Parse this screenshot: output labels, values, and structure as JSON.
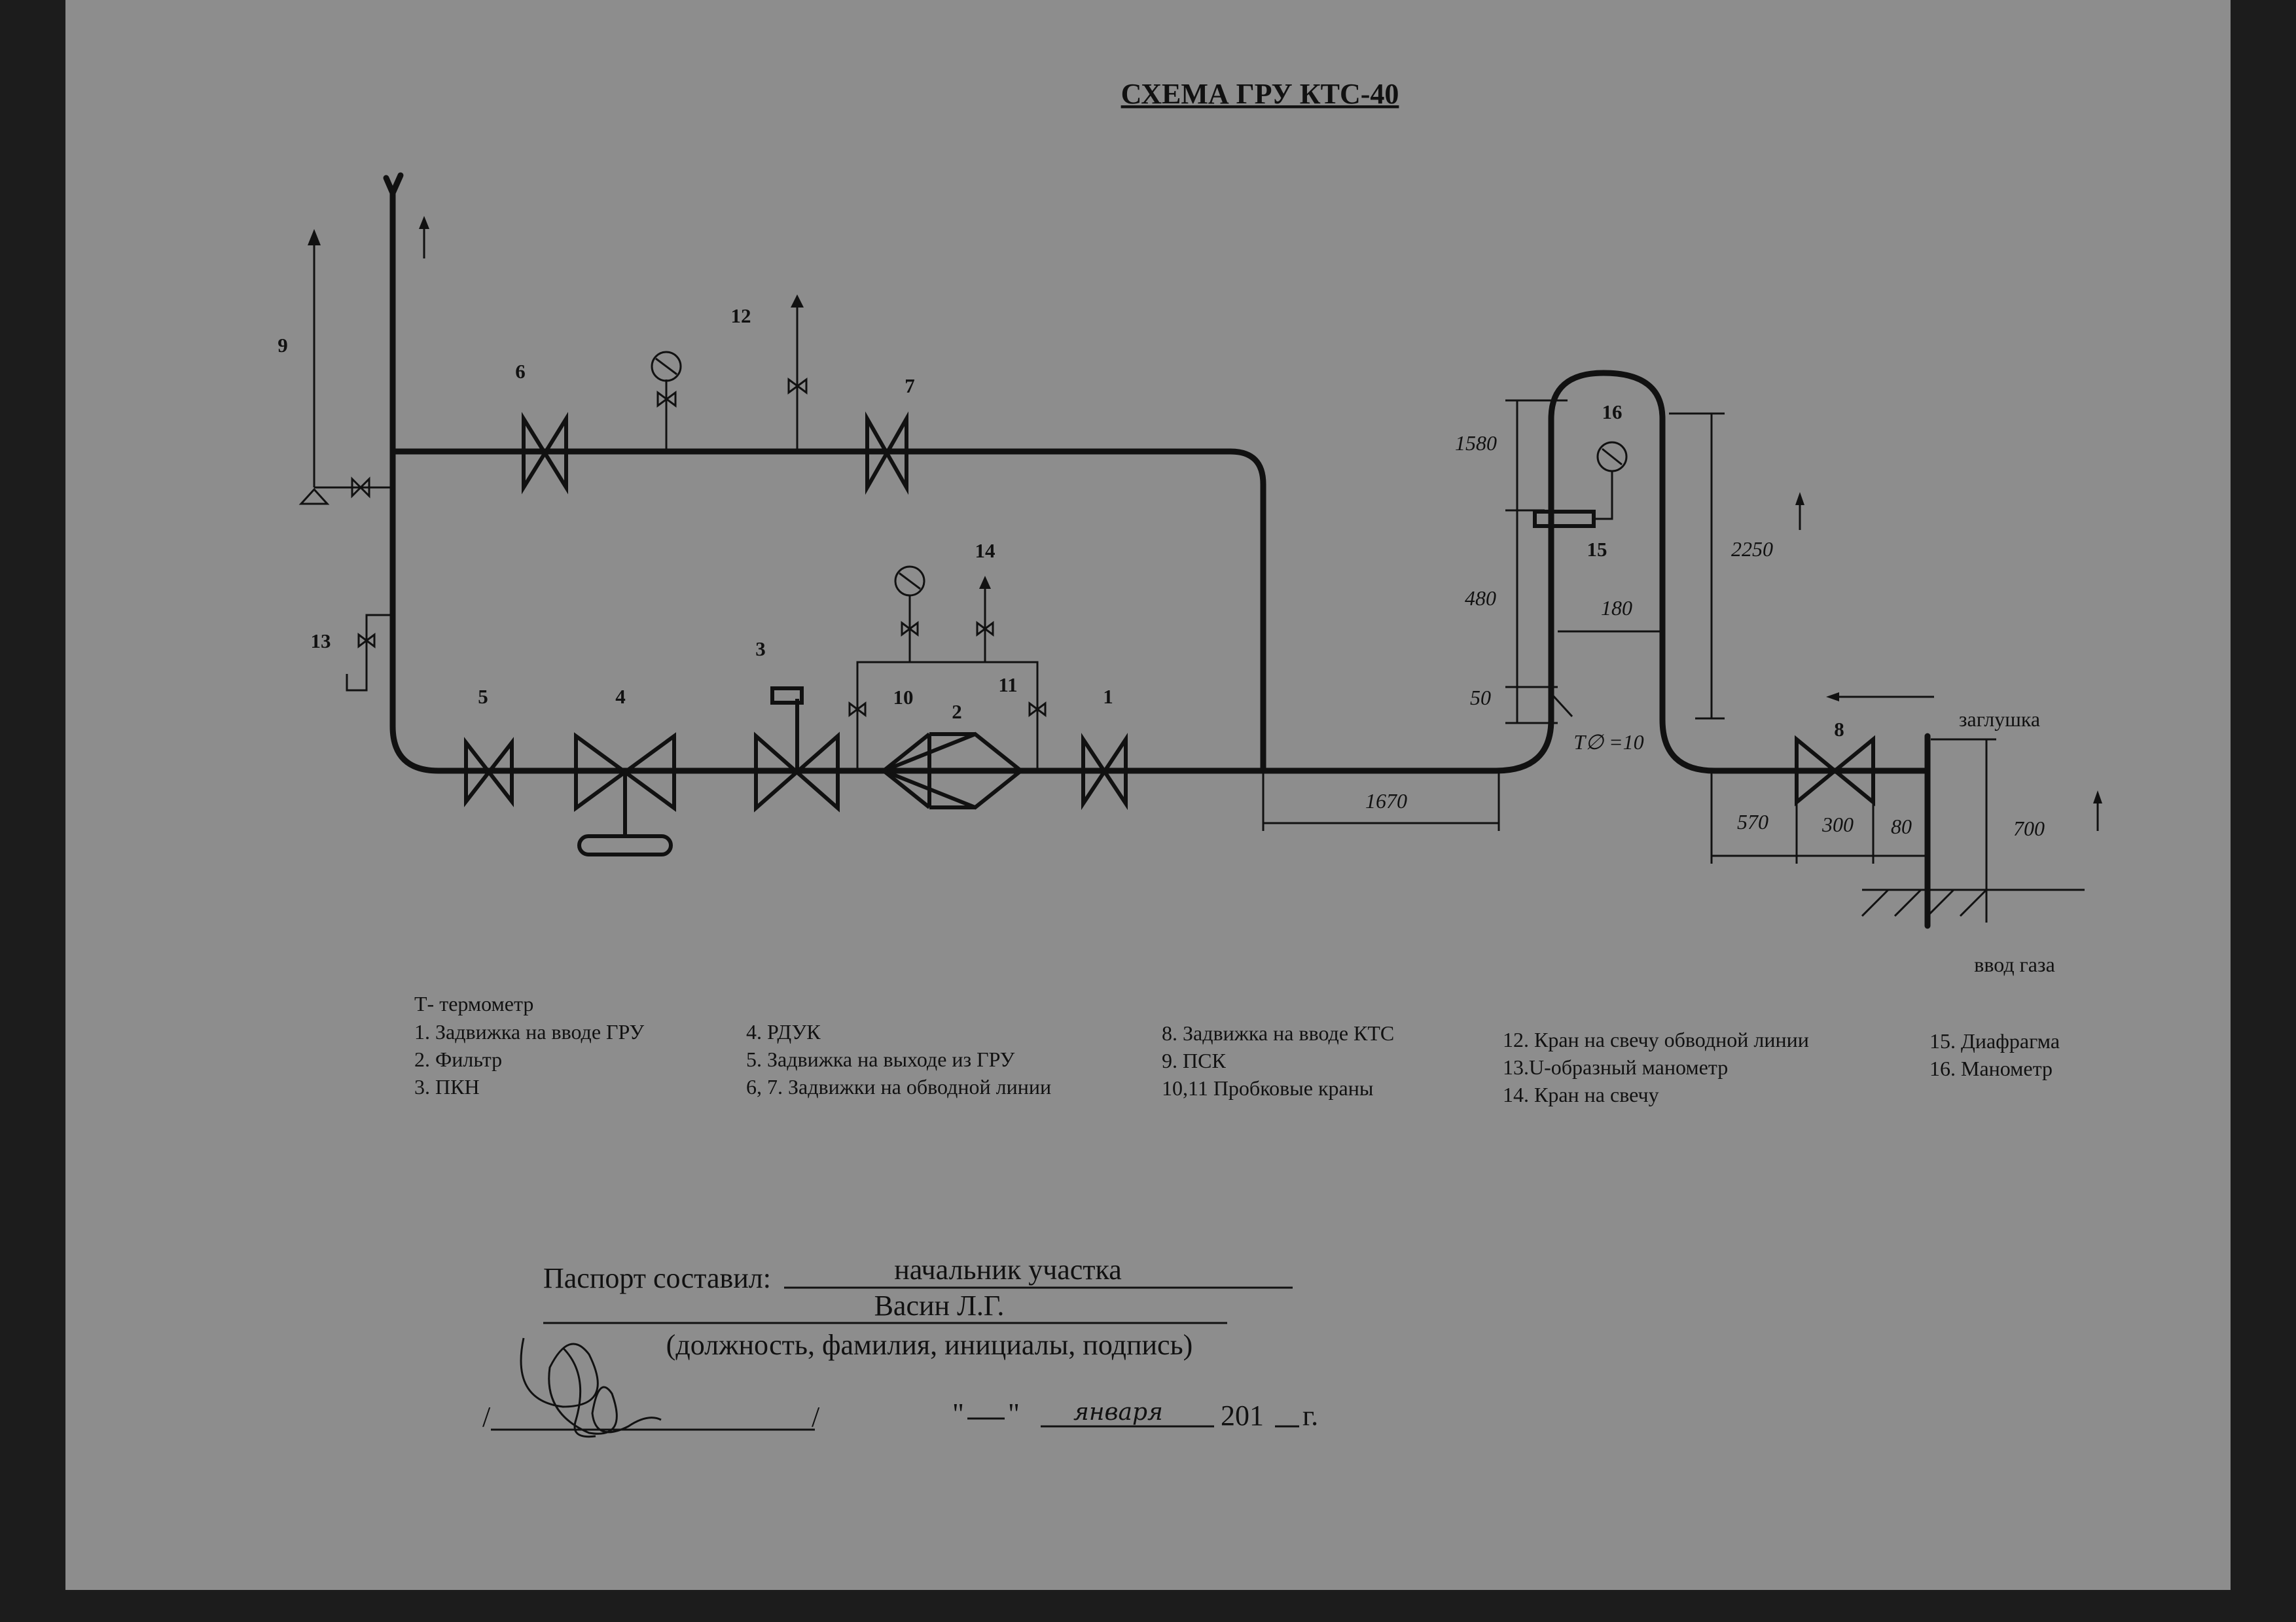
{
  "title": "СХЕМА ГРУ КТС-40",
  "component_numbers": {
    "n1": "1",
    "n2": "2",
    "n3": "3",
    "n4": "4",
    "n5": "5",
    "n6": "6",
    "n7": "7",
    "n8": "8",
    "n9": "9",
    "n10": "10",
    "n11": "11",
    "n12": "12",
    "n13": "13",
    "n14": "14",
    "n15": "15",
    "n16": "16"
  },
  "dimensions": {
    "d1580": "1580",
    "d480": "480",
    "d50": "50",
    "d180": "180",
    "d2250": "2250",
    "d1670": "1670",
    "d570": "570",
    "d300": "300",
    "d80": "80",
    "d700": "700"
  },
  "thermometer_label": "Т∅ =10",
  "plug_label": "заглушка",
  "gas_input_label": "ввод газа",
  "legend": {
    "t": "Т- термометр",
    "i1": "1. Задвижка на вводе ГРУ",
    "i2": "2. Фильтр",
    "i3": "3. ПКН",
    "i4": "4. РДУК",
    "i5": "5. Задвижка на выходе из ГРУ",
    "i67": "6, 7. Задвижки на обводной линии",
    "i8": "8. Задвижка на вводе КТС",
    "i9": "9. ПСК",
    "i1011": "10,11 Пробковые краны",
    "i12": "12. Кран на свечу обводной линии",
    "i13": "13.U-образный манометр",
    "i14": "14. Кран на свечу",
    "i15": "15. Диафрагма",
    "i16": "16. Манометр"
  },
  "footer": {
    "compiled_label": "Паспорт составил:",
    "position": "начальник участка",
    "name": "Васин Л.Г.",
    "caption": "(должность, фамилия, инициалы, подпись)",
    "date_quote_open": "\"",
    "date_quote_close": "\"",
    "month_handwritten": "января",
    "year_prefix": "201",
    "year_suffix": "г."
  }
}
